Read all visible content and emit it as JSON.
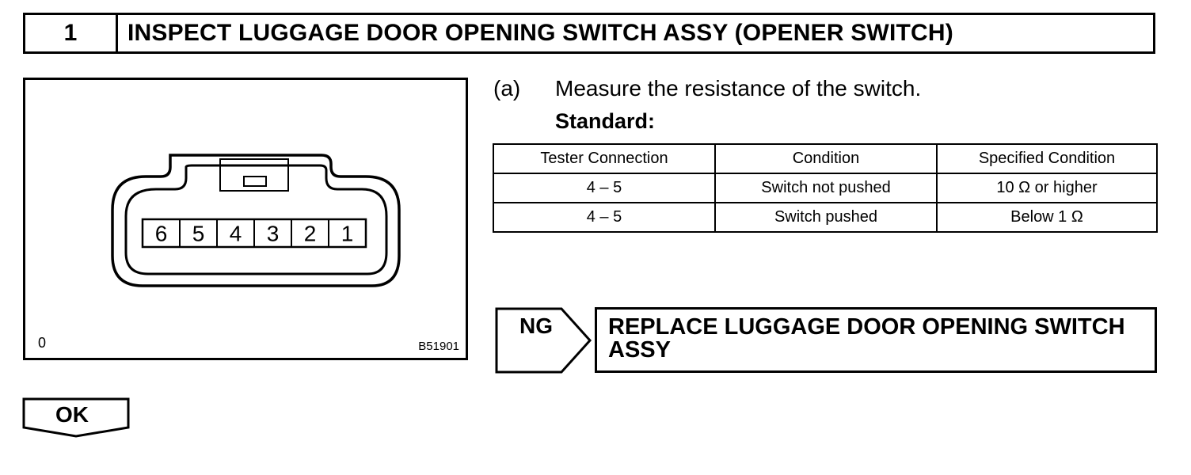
{
  "step": {
    "number": "1",
    "title": "INSPECT LUGGAGE DOOR OPENING SWITCH ASSY (OPENER SWITCH)"
  },
  "figure": {
    "pin_labels": [
      "6",
      "5",
      "4",
      "3",
      "2",
      "1"
    ],
    "corner_mark": "0",
    "code": "B51901"
  },
  "instruction": {
    "label": "(a)",
    "text": "Measure the resistance of the switch.",
    "standard_label": "Standard:"
  },
  "table": {
    "headers": [
      "Tester Connection",
      "Condition",
      "Specified Condition"
    ],
    "rows": [
      [
        "4 – 5",
        "Switch not pushed",
        "10 Ω or higher"
      ],
      [
        "4 – 5",
        "Switch pushed",
        "Below 1 Ω"
      ]
    ]
  },
  "ng": {
    "label": "NG",
    "action": "REPLACE LUGGAGE DOOR OPENING SWITCH ASSY"
  },
  "ok": {
    "label": "OK"
  }
}
